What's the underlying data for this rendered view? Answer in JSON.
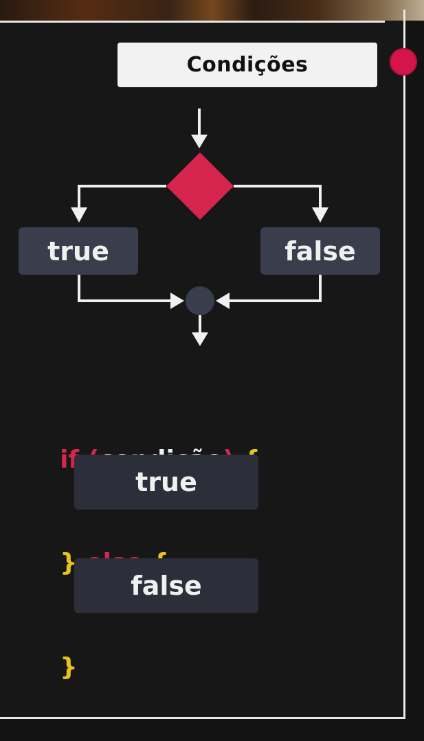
{
  "title": "Condições",
  "flowchart": {
    "true_label": "true",
    "false_label": "false"
  },
  "code": {
    "if_keyword": "if",
    "open_paren": "(",
    "condition": "condição",
    "close_paren": ")",
    "open_brace": "{",
    "true_block": "true",
    "close_brace_else": "}",
    "else_keyword": "else",
    "else_open_brace": "{",
    "false_block": "false",
    "final_close_brace": "}"
  },
  "colors": {
    "background": "#171717",
    "diamond": "#d6264f",
    "node": "#3a3d4c",
    "keyword": "#d6264f",
    "brace": "#e8c21e",
    "record_dot": "#d4154a"
  }
}
